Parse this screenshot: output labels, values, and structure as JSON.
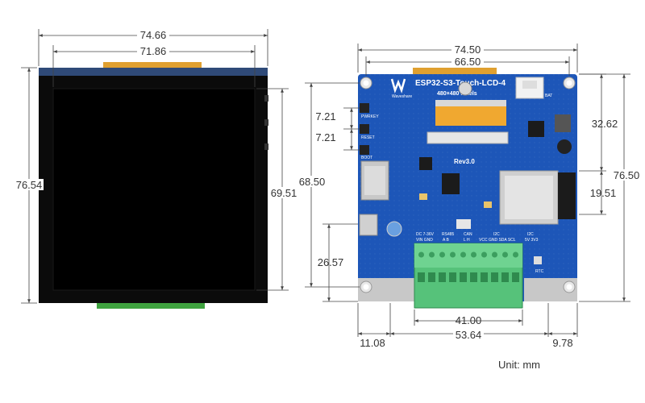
{
  "dimensions": {
    "left_total_width": "74.66",
    "left_active_width": "71.86",
    "left_height": "76.54",
    "left_active_height": "69.51",
    "right_total_width": "74.50",
    "right_hole_span": "66.50",
    "right_hole_height": "68.50",
    "right_total_height": "76.50",
    "right_top_to_module": "32.62",
    "right_module_height": "19.51",
    "right_button_pitch_1": "7.21",
    "right_button_pitch_2": "7.21",
    "right_bottom_height": "26.57",
    "right_terminal_width": "41.00",
    "right_bottom_span": "53.64",
    "right_left_offset": "11.08",
    "right_right_offset": "9.78"
  },
  "unit_label": "Unit: mm",
  "board": {
    "title": "ESP32-S3-Touch-LCD-4",
    "subtitle": "480×480 Pixels",
    "brand": "Waveshare",
    "revision": "Rev3.0",
    "bat_label": "BAT",
    "pwr_key_label": "PWRKEY",
    "reset_label": "RESET",
    "boot_label": "BOOT",
    "rtc_label": "RTC",
    "terminal_labels": {
      "dc": "DC 7-36V",
      "vin_gnd": "VIN GND",
      "rs485": "RS485",
      "ab": "A  B",
      "can": "CAN",
      "lh": "L  H",
      "i2c": "I2C",
      "i2c_pins": "VCC GND SDA SCL",
      "i2c_right": "I2C",
      "i2c_right_pins": "5V 3V3"
    }
  }
}
